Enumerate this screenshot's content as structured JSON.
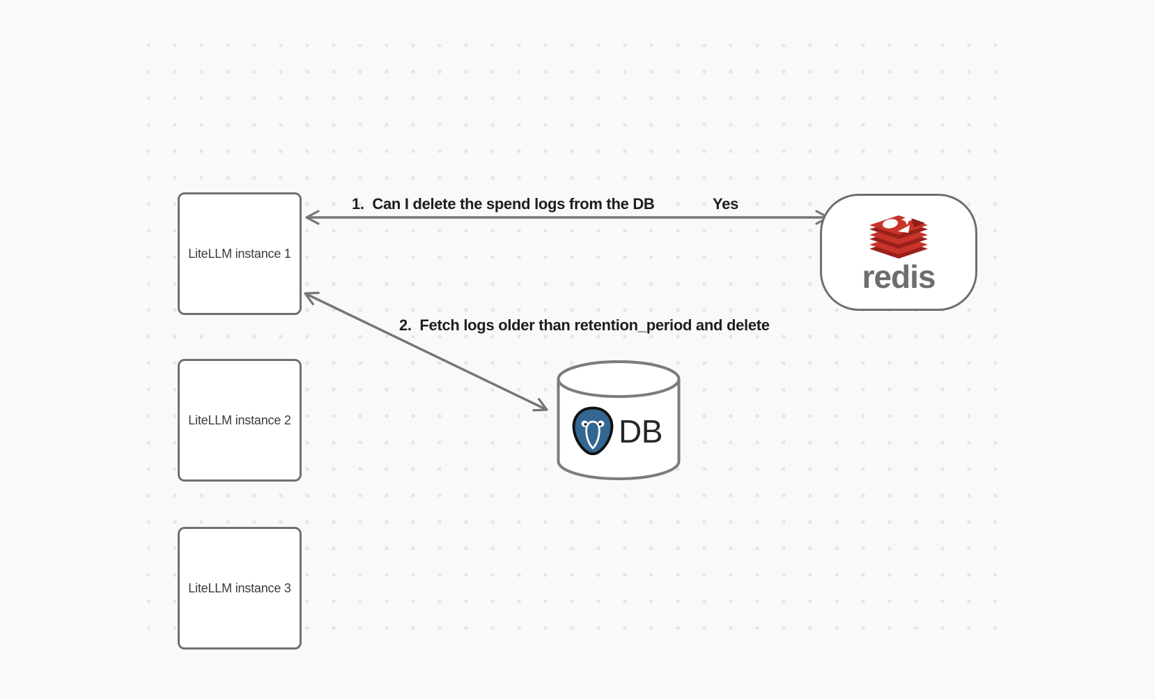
{
  "diagram": {
    "background_color": "#f9f9f9",
    "dot_grid_color": "#e6e6e6",
    "shape_stroke_color": "#6f6f6f",
    "arrow_color": "#767676",
    "instances": [
      {
        "label": "LiteLLM instance 1"
      },
      {
        "label": "LiteLLM instance 2"
      },
      {
        "label": "LiteLLM instance 3"
      }
    ],
    "redis": {
      "wordmark": "redis",
      "logo_icon": "redis-stack-icon",
      "logo_red": "#c9342a",
      "logo_red_dark": "#99211a",
      "wordmark_color": "#6d6d6d"
    },
    "database": {
      "label": "DB",
      "logo_icon": "postgresql-elephant-icon",
      "postgres_blue": "#336791"
    },
    "edges": [
      {
        "label": "1.  Can I delete the spend logs from the DB",
        "response": "Yes",
        "from": "LiteLLM instance 1",
        "to": "redis",
        "arrowheads": "both"
      },
      {
        "label": "2.  Fetch logs older than retention_period and delete",
        "from": "LiteLLM instance 1",
        "to": "DB",
        "arrowheads": "both"
      }
    ]
  }
}
